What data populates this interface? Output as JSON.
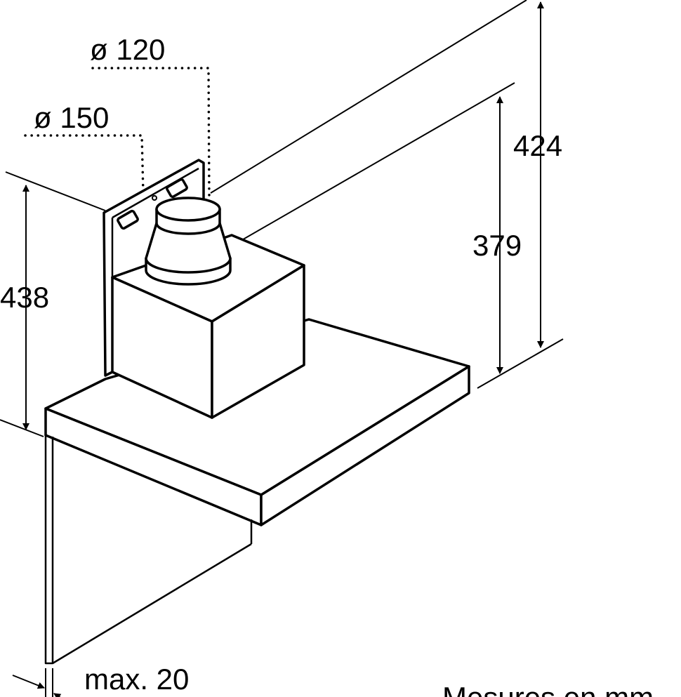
{
  "labels": {
    "duct_small": "ø 120",
    "duct_large": "ø 150",
    "total_height": "424",
    "chimney_height": "379",
    "depth": "438",
    "gap": "max. 20",
    "units_note": "Mesures en mm"
  }
}
